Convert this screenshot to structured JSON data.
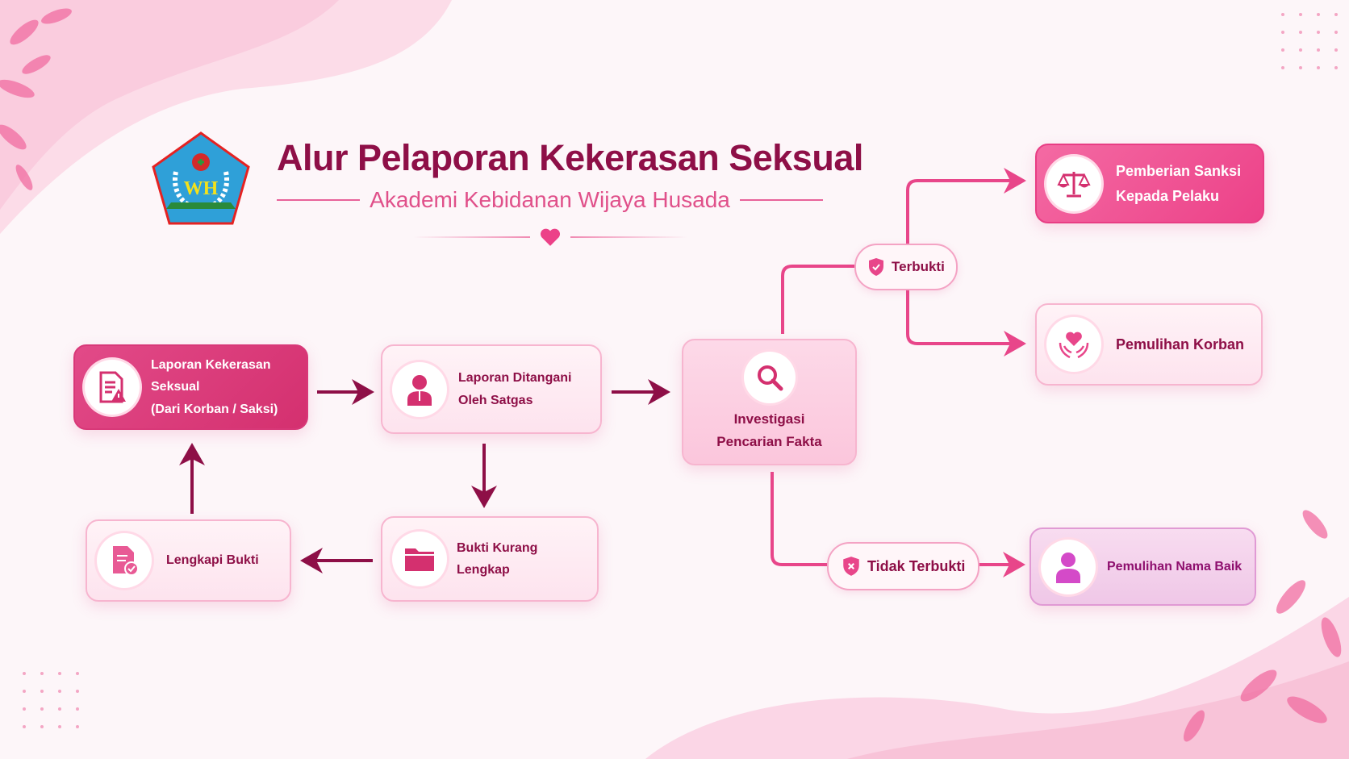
{
  "header": {
    "title": "Alur Pelaporan Kekerasan Seksual",
    "subtitle": "Akademi Kebidanan Wijaya Husada",
    "logo_text": "WH"
  },
  "nodes": {
    "report": {
      "line1": "Laporan Kekerasan Seksual",
      "line2": "(Dari Korban / Saksi)",
      "icon": "document-warning-icon"
    },
    "handled": {
      "line1": "Laporan Ditangani",
      "line2": "Oleh Satgas",
      "icon": "person-icon"
    },
    "investigation": {
      "line1": "Investigasi",
      "line2": "Pencarian Fakta",
      "icon": "magnifier-icon"
    },
    "incomplete": {
      "label": "Bukti Kurang Lengkap",
      "icon": "folder-icon"
    },
    "complete": {
      "label": "Lengkapi Bukti",
      "icon": "document-check-icon"
    },
    "sanction": {
      "line1": "Pemberian Sanksi",
      "line2": "Kepada Pelaku",
      "icon": "scales-icon"
    },
    "recovery": {
      "label": "Pemulihan Korban",
      "icon": "heart-hands-icon"
    },
    "reputation": {
      "label": "Pemulihan Nama Baik",
      "icon": "person-icon"
    }
  },
  "decisions": {
    "proven": "Terbukti",
    "not_proven": "Tidak Terbukti"
  },
  "colors": {
    "primary": "#d8336f",
    "dark": "#8e0f47",
    "accent": "#ec4188",
    "light": "#fde3ee"
  }
}
